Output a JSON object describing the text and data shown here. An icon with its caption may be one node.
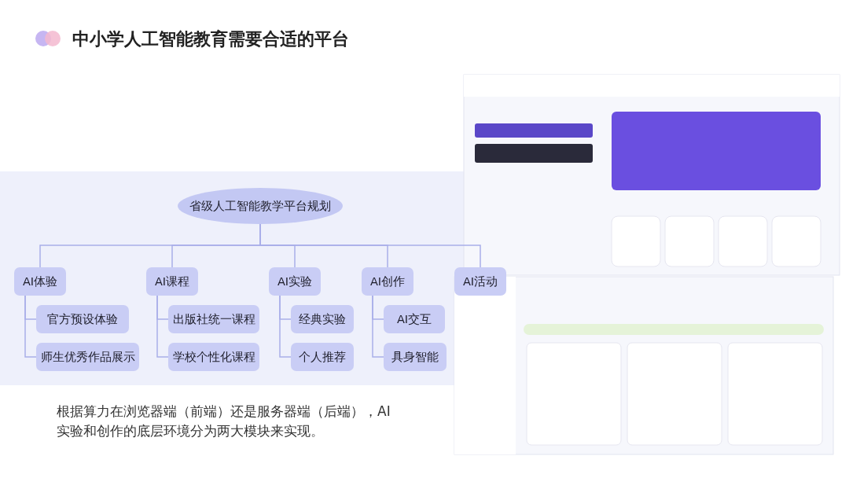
{
  "diagram": {
    "title": "中小学人工智能教育需要合适的平台",
    "caption": "根据算力在浏览器端（前端）还是服务器端（后端），AI实验和创作的底层环境分为两大模块来实现。",
    "nodes": [
      {
        "text": [
          "省级人工智能教学平台规划"
        ]
      },
      {
        "text": [
          "AI体验"
        ]
      },
      {
        "text": [
          "官方预设体验"
        ]
      },
      {
        "text": [
          "师生优秀作品展示"
        ]
      },
      {
        "text": [
          "AI课程"
        ]
      },
      {
        "text": [
          "出版社统一课程"
        ]
      },
      {
        "text": [
          "学校个性化课程"
        ]
      },
      {
        "text": [
          "AI实验"
        ]
      },
      {
        "text": [
          "经典实验"
        ]
      },
      {
        "text": [
          "个人推荐"
        ]
      },
      {
        "text": [
          "AI创作"
        ]
      },
      {
        "text": [
          "AI交互"
        ]
      },
      {
        "text": [
          "具身智能"
        ]
      },
      {
        "text": [
          "AI活动"
        ]
      }
    ],
    "edges": [
      {
        "from": 0,
        "to": 1,
        "arrow": "none"
      },
      {
        "from": 0,
        "to": 4,
        "arrow": "none"
      },
      {
        "from": 0,
        "to": 7,
        "arrow": "none"
      },
      {
        "from": 0,
        "to": 10,
        "arrow": "none"
      },
      {
        "from": 0,
        "to": 13,
        "arrow": "none"
      },
      {
        "from": 1,
        "to": 2,
        "arrow": "none"
      },
      {
        "from": 1,
        "to": 3,
        "arrow": "none"
      },
      {
        "from": 4,
        "to": 5,
        "arrow": "none"
      },
      {
        "from": 4,
        "to": 6,
        "arrow": "none"
      },
      {
        "from": 7,
        "to": 8,
        "arrow": "none"
      },
      {
        "from": 7,
        "to": 9,
        "arrow": "none"
      },
      {
        "from": 10,
        "to": 11,
        "arrow": "none"
      },
      {
        "from": 10,
        "to": 12,
        "arrow": "none"
      }
    ]
  }
}
